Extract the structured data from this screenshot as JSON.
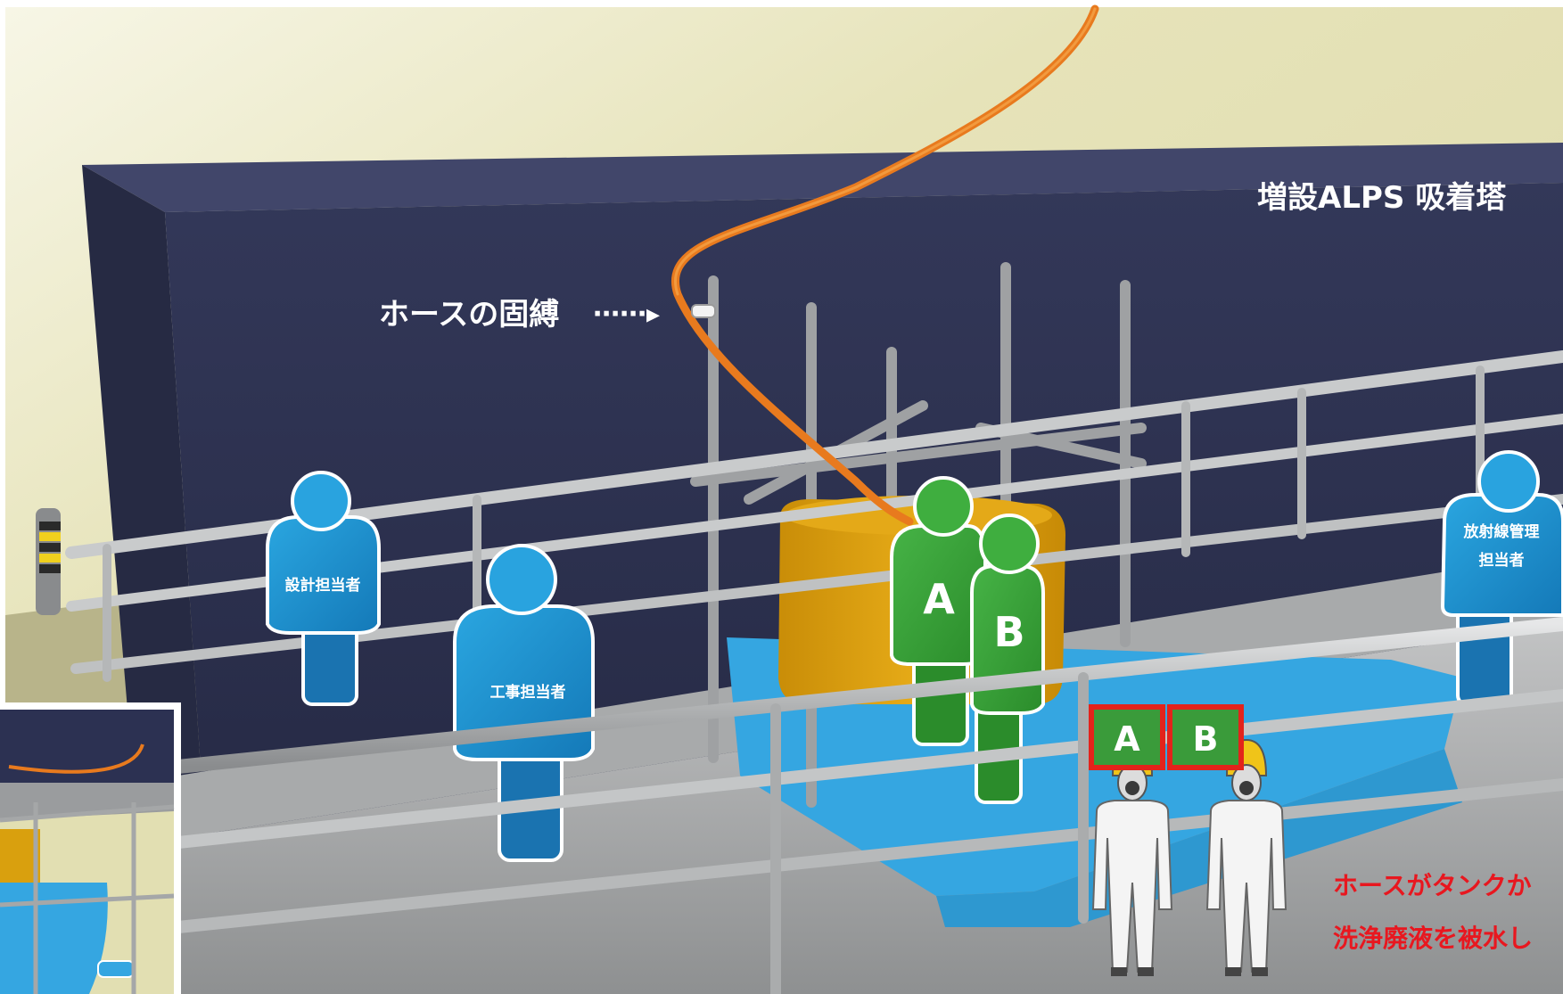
{
  "labels": {
    "tower_title": "増設ALPS 吸着塔",
    "hose_fixing": "ホースの固縛",
    "hose_arrow": "⋯⋯▸",
    "designer": "設計担当者",
    "constructor": "工事担当者",
    "radiation_mgr_line1": "放射線管理",
    "radiation_mgr_line2": "担当者",
    "worker_a": "A",
    "worker_b": "B",
    "box_a": "A",
    "box_b": "B",
    "warning_line1": "ホースがタンクか",
    "warning_line2": "洗浄廃液を被水し"
  },
  "colors": {
    "background": "#e4e1b5",
    "tower": "#2c3152",
    "hose": "#e87a1e",
    "tank": "#d9a00e",
    "platform_blue": "#35a6e1",
    "person_blue": "#1e8fcf",
    "person_green": "#3ca63c",
    "box_red": "#e3231b",
    "warning_red": "#e8171f",
    "railing": "#b4b6b8"
  },
  "icons": [
    "hose-clamp-icon",
    "worker-protective-suit-icon",
    "mask-icon"
  ]
}
